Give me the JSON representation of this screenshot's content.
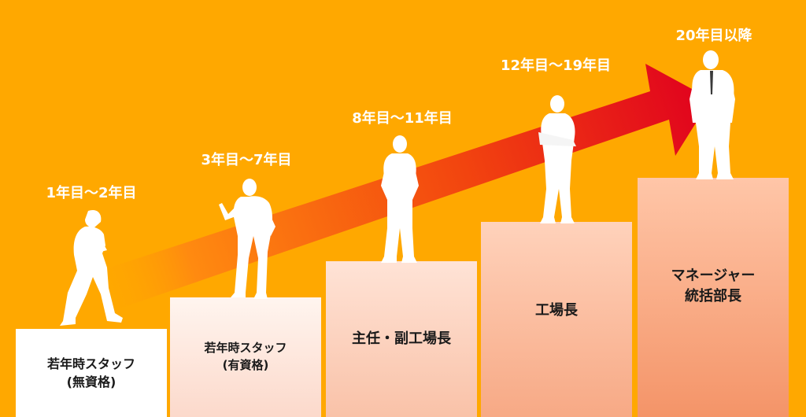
{
  "stages": [
    {
      "years": "1年目〜2年目",
      "role": "若年時スタッフ\n(無資格)"
    },
    {
      "years": "3年目〜7年目",
      "role": "若年時スタッフ\n(有資格)"
    },
    {
      "years": "8年目〜11年目",
      "role": "主任・副工場長"
    },
    {
      "years": "12年目〜19年目",
      "role": "工場長"
    },
    {
      "years": "20年目以降",
      "role": "マネージャー\n統括部長"
    }
  ],
  "colors": {
    "background": "#FFA800",
    "arrow_start": "#FF9A1A",
    "arrow_end": "#E0001E",
    "silhouette": "#FFFFFF"
  }
}
